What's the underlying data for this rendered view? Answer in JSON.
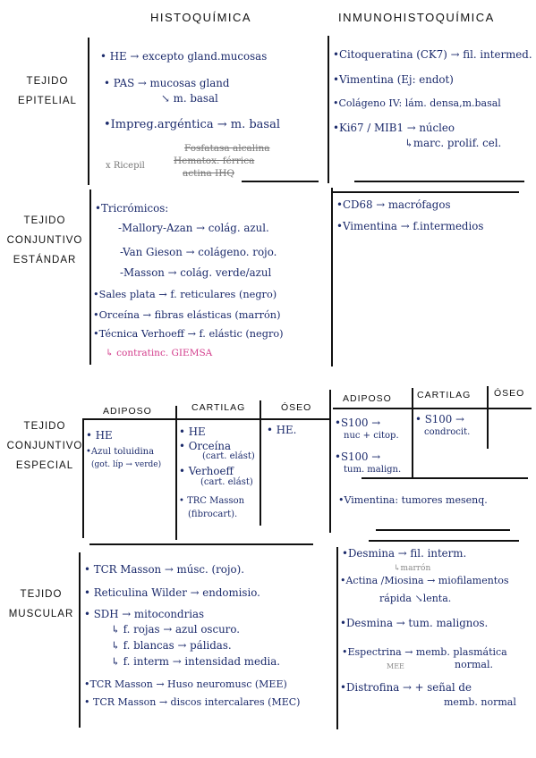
{
  "headers": {
    "histo": "HISTOQUÍMICA",
    "inmuno": "INMUNOHISTOQUÍMICA"
  },
  "sections": {
    "epitelial": [
      "TEJIDO",
      "EPITELIAL"
    ],
    "conjuntivo_estandar": [
      "TEJIDO",
      "CONJUNTIVO",
      "ESTÁNDAR"
    ],
    "conjuntivo_especial": [
      "TEJIDO",
      "CONJUNTIVO",
      "ESPECIAL"
    ],
    "muscular": [
      "TEJIDO",
      "MUSCULAR"
    ]
  },
  "epitelial": {
    "histo": [
      "• HE → excepto gland.mucosas",
      "• PAS → mucosas gland",
      "↘ m. basal",
      "•Impreg.argéntica → m. basal"
    ],
    "histo_struck": [
      "Fosfatasa alcalina",
      "Hematox. férrica",
      "actina IHQ"
    ],
    "histo_struck_prefix": "x Ricepil",
    "inmuno": [
      "•Citoqueratina (CK7) → fil. intermed.",
      "•Vimentina   (Ej: endot)",
      "•Colágeno IV: lám. densa,m.basal",
      "•Ki67 / MIB1 → núcleo",
      "↳marc. prolif. cel."
    ]
  },
  "conjuntivo_estandar": {
    "histo": [
      "•Tricrómicos:",
      "-Mallory-Azan → colág. azul.",
      "-Van Gieson → colágeno. rojo.",
      "-Masson → colág. verde/azul",
      "•Sales plata → f. reticulares (negro)",
      "•Orceína → fibras elásticas (marrón)",
      "•Técnica Verhoeff → f. elástic (negro)",
      "↳ contratinc. GIEMSA"
    ],
    "inmuno": [
      "•CD68 → macrófagos",
      "•Vimentina → f.intermedios"
    ]
  },
  "conjuntivo_especial": {
    "histo_cols": [
      "ADIPOSO",
      "CARTILAG",
      "ÓSEO"
    ],
    "adiposo": [
      "• HE",
      "•Azul toluidina",
      "(got. líp → verde)"
    ],
    "cartilag": [
      "• HE",
      "• Orceína",
      "(cart. elást)",
      "• Verhoeff",
      "(cart. elást)",
      "• TRC Masson",
      "(fibrocart)."
    ],
    "oseo": [
      "• HE."
    ],
    "inmuno_cols": [
      "ADIPOSO",
      "CARTILAG",
      "ÓSEO"
    ],
    "inmuno_adiposo": [
      "•S100 →",
      "nuc + citop.",
      "•S100 →",
      "tum. malign."
    ],
    "inmuno_cartilag": [
      "• S100 →",
      "condrocit."
    ],
    "inmuno_extra": "•Vimentina: tumores mesenq."
  },
  "muscular": {
    "histo": [
      "• TCR Masson → músc. (rojo).",
      "• Reticulina Wilder → endomisio.",
      "• SDH → mitocondrias",
      "↳ f. rojas → azul oscuro.",
      "↳ f. blancas → pálidas.",
      "↳ f. interm → intensidad media.",
      "•TCR Masson → Huso neuromusc (MEE)",
      "• TCR Masson → discos intercalares (MEC)"
    ],
    "inmuno": [
      "•Desmina → fil. interm.",
      "↳marrón",
      "•Actina /Miosina → miofilamentos",
      "rápida   ↘lenta.",
      "•Desmina → tum. malignos.",
      "•Espectrina → memb. plasmática",
      "normal.",
      "MEE",
      "•Distrofina → + señal de",
      "memb. normal"
    ]
  }
}
